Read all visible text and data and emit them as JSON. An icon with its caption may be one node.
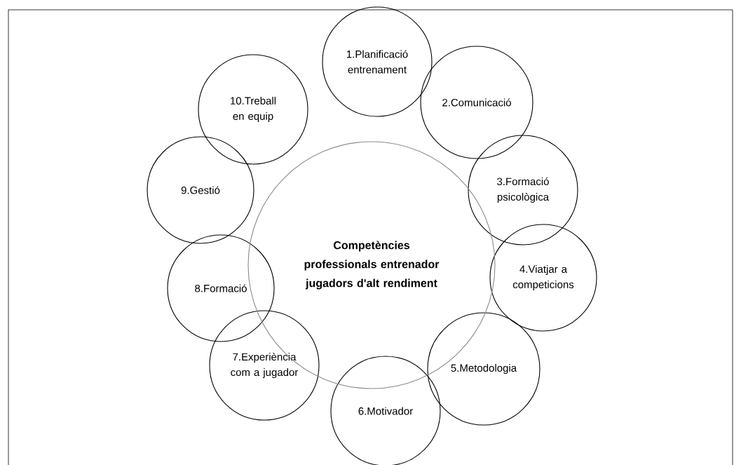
{
  "diagram": {
    "nodes": [
      {
        "text": [
          "Competències professionals entrenador jugadors d'alt rendiment"
        ]
      },
      {
        "text": [
          "1.Planificació entrenament"
        ]
      },
      {
        "text": [
          "2.Comunicació"
        ]
      },
      {
        "text": [
          "3.Formació psicològica"
        ]
      },
      {
        "text": [
          "4.Viatjar a competicions"
        ]
      },
      {
        "text": [
          "5.Metodologia"
        ]
      },
      {
        "text": [
          "6.Motivador"
        ]
      },
      {
        "text": [
          "7.Experiència com a jugador"
        ]
      },
      {
        "text": [
          "8.Formació"
        ]
      },
      {
        "text": [
          "9.Gestió"
        ]
      },
      {
        "text": [
          "10.Treball en equip"
        ]
      }
    ]
  }
}
